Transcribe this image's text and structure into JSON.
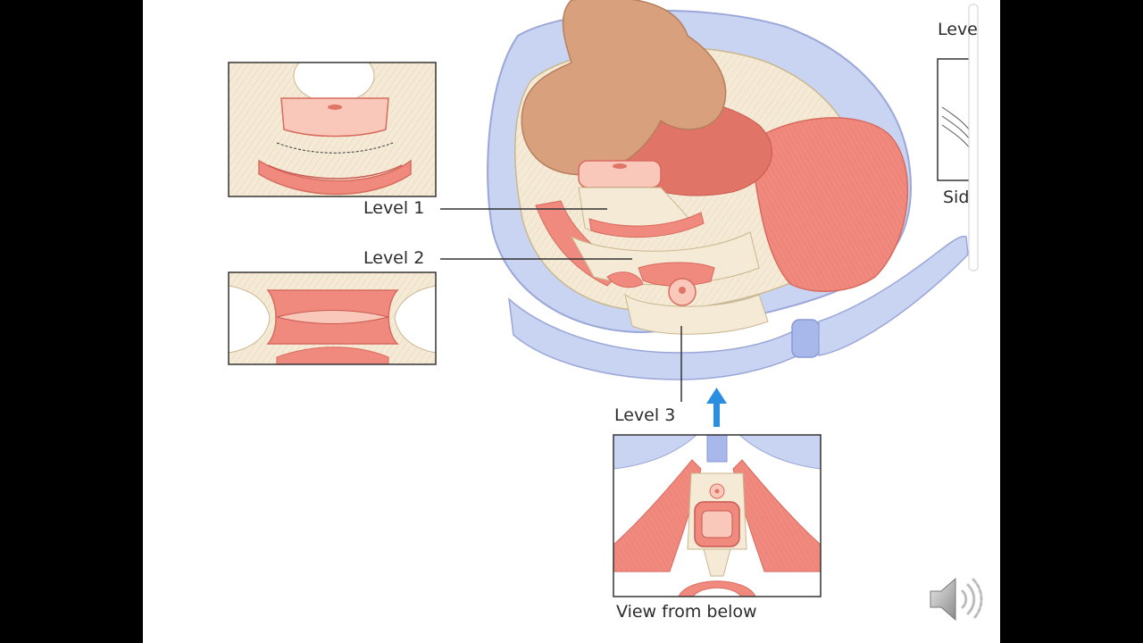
{
  "labels": {
    "level1": "Level 1",
    "level2": "Level 2",
    "level3": "Level 3",
    "view_from_below": "View from below",
    "cut_level": "Leve",
    "cut_side": "Sid"
  },
  "colors": {
    "background": "#ffffff",
    "letterbox": "#000000",
    "muscle_pink": "#f08a7e",
    "muscle_light": "#f9c8bb",
    "fascia_cream": "#f5ead6",
    "bone_blue": "#c9d3f2",
    "uterus_tan": "#d9a07e",
    "arrow_blue": "#2a8fe0",
    "label_text": "#2b2b2b"
  },
  "icons": {
    "speaker": "speaker-sound-icon"
  }
}
